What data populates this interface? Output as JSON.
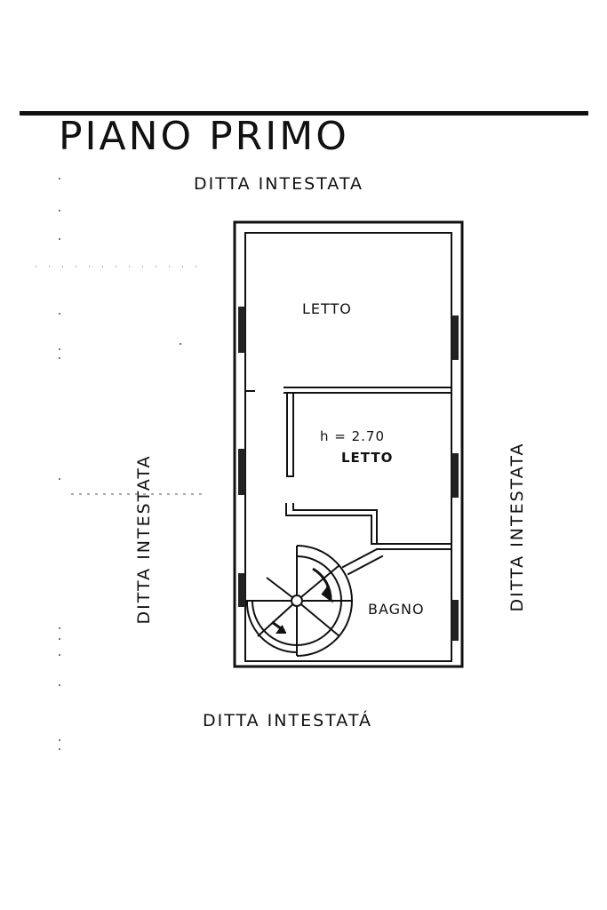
{
  "drawing": {
    "title": "PIANO PRIMO",
    "neighbour_top": "DITTA INTESTATA",
    "neighbour_bottom": "DITTA INTESTATÁ",
    "neighbour_left": "DITTA INTESTATA",
    "neighbour_right": "DITTA INTESTATA"
  },
  "rooms": {
    "room1_label": "LETTO",
    "room2_height": "h = 2.70",
    "room2_label": "LETTO",
    "room3_label": "BAGNO"
  }
}
